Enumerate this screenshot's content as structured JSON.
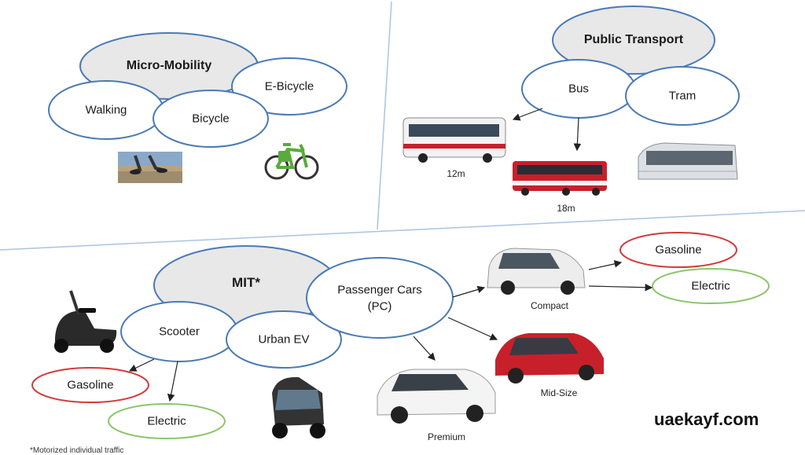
{
  "micro_mobility": {
    "title": "Micro-Mobility",
    "walking": "Walking",
    "bicycle": "Bicycle",
    "e_bicycle": "E-Bicycle"
  },
  "public_transport": {
    "title": "Public Transport",
    "bus": "Bus",
    "tram": "Tram",
    "bus_12m": "12m",
    "bus_18m": "18m"
  },
  "mit": {
    "title": "MIT*",
    "scooter": "Scooter",
    "urban_ev": "Urban EV",
    "passenger_cars_line1": "Passenger Cars",
    "passenger_cars_line2": "(PC)",
    "scooter_gasoline": "Gasoline",
    "scooter_electric": "Electric",
    "compact": "Compact",
    "compact_gasoline": "Gasoline",
    "compact_electric": "Electric",
    "mid_size": "Mid-Size",
    "premium": "Premium",
    "footnote": "*Motorized individual traffic"
  },
  "watermark": "uaekayf.com",
  "colors": {
    "ellipse_stroke": "#4a7ab5",
    "header_fill": "#e8e8e8",
    "gasoline_stroke": "#d23a3a",
    "electric_stroke": "#8cc56a",
    "divider": "#a9c4e0",
    "car_red": "#c8202a",
    "bike_green": "#5aaa3c"
  }
}
